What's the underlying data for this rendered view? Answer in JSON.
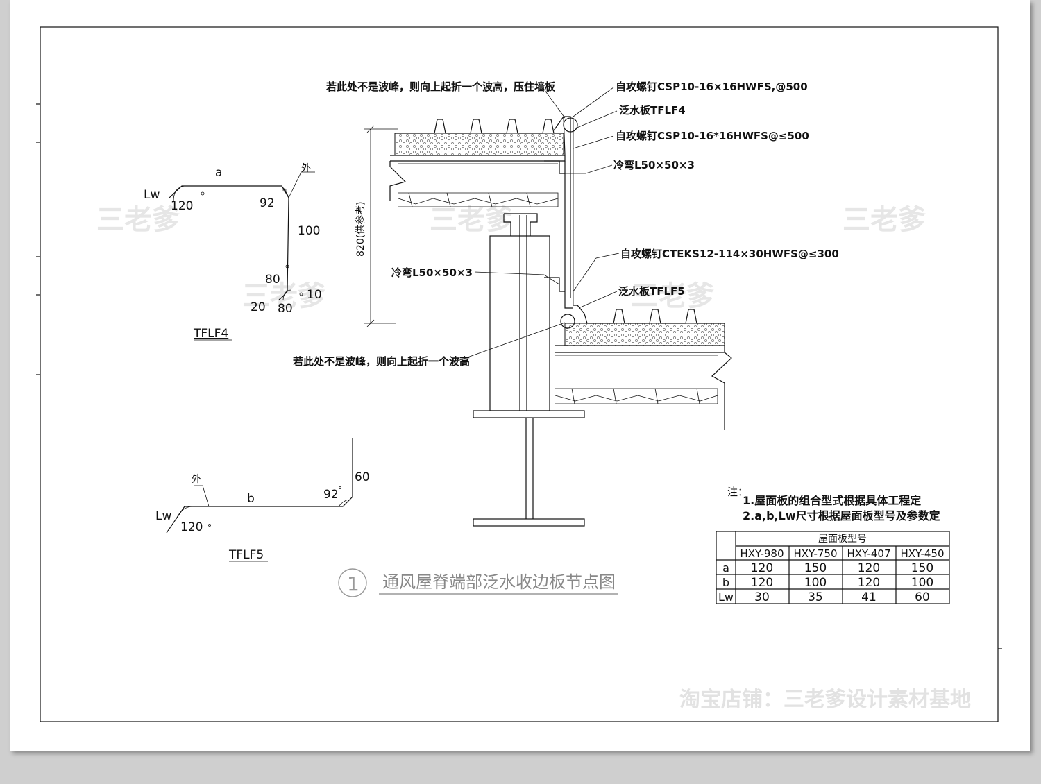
{
  "watermark": "三老爹",
  "shop_watermark": "淘宝店铺：三老爹设计素材基地",
  "title_number": "1",
  "title": "通风屋脊端部泛水收边板节点图",
  "annotations": {
    "top_note": "若此处不是波峰，则向上起折一个波高，压住墙板",
    "bottom_note": "若此处不是波峰，则向上起折一个波高",
    "screw1": "自攻螺钉CSP10-16×16HWFS,@500",
    "flash_tflf4": "泛水板TFLF4",
    "screw2": "自攻螺钉CSP10-16*16HWFS@≤500",
    "angle_top": "冷弯L50×50×3",
    "screw3": "自攻螺钉CTEKS12-114×30HWFS@≤300",
    "angle_left": "冷弯L50×50×3",
    "flash_tflf5": "泛水板TFLF5",
    "height_dim": "820(供参考)"
  },
  "tflf4": {
    "label": "TFLF4",
    "a": "a",
    "outside": "外",
    "lw": "Lw",
    "angle120": "120",
    "deg": "°",
    "angle92": "92",
    "len100": "100",
    "len80a": "80",
    "len10": "10",
    "len20": "20",
    "len80b": "80"
  },
  "tflf5": {
    "label": "TFLF5",
    "b": "b",
    "outside": "外",
    "lw": "Lw",
    "angle120": "120",
    "deg": "°",
    "angle92": "92",
    "len60": "60"
  },
  "notes": {
    "head": "注：",
    "line1": "1.屋面板的组合型式根据具体工程定",
    "line2": "2.a,b,Lw尺寸根据屋面板型号及参数定"
  },
  "table": {
    "header": "屋面板型号",
    "columns": [
      "HXY-980",
      "HXY-750",
      "HXY-407",
      "HXY-450"
    ],
    "rows": [
      {
        "label": "a",
        "values": [
          "120",
          "150",
          "120",
          "150"
        ]
      },
      {
        "label": "b",
        "values": [
          "120",
          "100",
          "120",
          "100"
        ]
      },
      {
        "label": "Lw",
        "values": [
          "30",
          "35",
          "41",
          "60"
        ]
      }
    ]
  }
}
